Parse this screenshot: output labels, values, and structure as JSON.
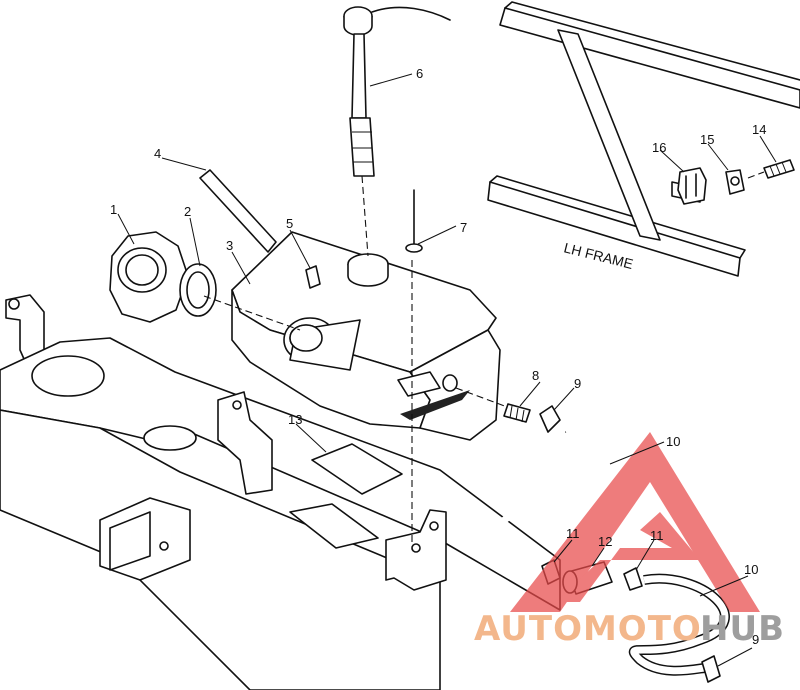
{
  "callouts": {
    "c1": "1",
    "c2": "2",
    "c3": "3",
    "c4": "4",
    "c5": "5",
    "c6": "6",
    "c7": "7",
    "c8": "8",
    "c9a": "9",
    "c9b": "9",
    "c10a": "10",
    "c10b": "10",
    "c11a": "11",
    "c11b": "11",
    "c12": "12",
    "c13": "13",
    "c14": "14",
    "c15": "15",
    "c16": "16"
  },
  "frame_label": "LH FRAME",
  "watermark": {
    "text_a": "AUTOMOTO",
    "text_b": "HUB",
    "color_a": "#f3b78c",
    "color_b": "#9e9e9e",
    "logo_color": "#e84a4a"
  }
}
